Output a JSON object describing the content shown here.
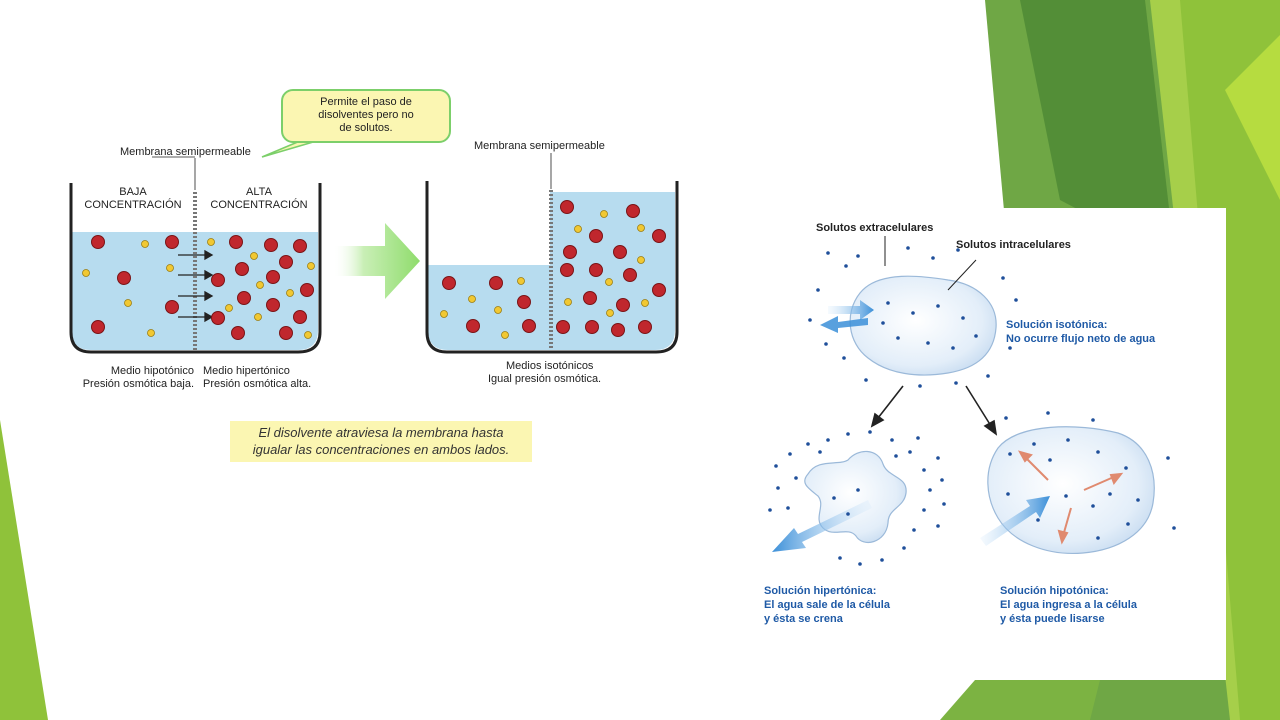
{
  "left_diagram": {
    "membrane_label_1": "Membrana semipermeable",
    "membrane_label_2": "Membrana semipermeable",
    "bubble_text": "Permite el paso de disolventes pero no de solutos.",
    "low_title_1": "BAJA",
    "low_title_2": "CONCENTRACIÓN",
    "high_title_1": "ALTA",
    "high_title_2": "CONCENTRACIÓN",
    "hypo_1": "Medio hipotónico",
    "hypo_2": "Presión osmótica baja.",
    "hyper_1": "Medio hipertónico",
    "hyper_2": "Presión osmótica alta.",
    "iso_1": "Medios isotónicos",
    "iso_2": "Igual presión osmótica.",
    "note_1": "El disolvente atraviesa la membrana hasta",
    "note_2": "igualar las concentraciones en ambos lados."
  },
  "right_diagram": {
    "extra_solutes": "Solutos extracelulares",
    "intra_solutes": "Solutos intracelulares",
    "iso_1": "Solución isotónica:",
    "iso_2": "No ocurre flujo neto de agua",
    "hyper_1": "Solución hipertónica:",
    "hyper_2": "El agua sale de la célula",
    "hyper_3": "y ésta se crena",
    "hypo_1": "Solución hipotónica:",
    "hypo_2": "El agua ingresa a la célula",
    "hypo_3": "y ésta puede lisarse"
  },
  "colors": {
    "water": "#b7dcef",
    "solvent": "#f1c832",
    "solute": "#c0272d",
    "arrow_green": "#a8e58c",
    "deco_green_light": "#8fc23a",
    "deco_green_dark": "#4f8a35",
    "text_blue": "#1f5aa6"
  }
}
